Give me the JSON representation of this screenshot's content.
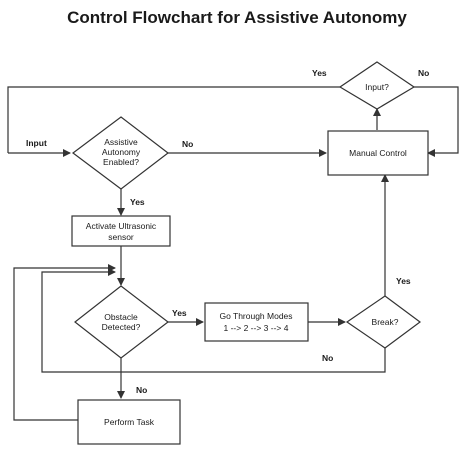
{
  "title": "Control Flowchart for Assistive Autonomy",
  "nodes": {
    "input_decision": "Input?",
    "assistive_line1": "Assistive",
    "assistive_line2": "Autonomy",
    "assistive_line3": "Enabled?",
    "manual_control": "Manual Control",
    "activate_line1": "Activate Ultrasonic",
    "activate_line2": "sensor",
    "obstacle_line1": "Obstacle",
    "obstacle_line2": "Detected?",
    "modes_line1": "Go Through Modes",
    "modes_line2": "1 --> 2 --> 3 --> 4",
    "break_decision": "Break?",
    "perform_task": "Perform Task"
  },
  "edge_labels": {
    "input": "Input",
    "input_yes": "Yes",
    "input_no": "No",
    "assistive_no": "No",
    "assistive_yes": "Yes",
    "obstacle_yes": "Yes",
    "obstacle_no": "No",
    "break_yes": "Yes",
    "break_no": "No"
  }
}
